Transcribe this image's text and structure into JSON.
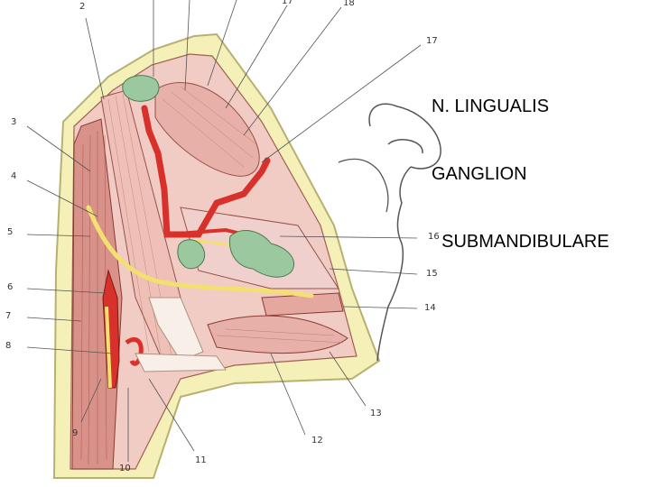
{
  "caption": {
    "line1": "N. LINGUALIS",
    "line2": "GANGLION",
    "line3": "  SUBMANDIBULARE"
  },
  "labels": {
    "l2": "2",
    "l17top": "17",
    "l18": "18",
    "l17": "17",
    "l3": "3",
    "l4": "4",
    "l5": "5",
    "l6": "6",
    "l7": "7",
    "l8": "8",
    "l9": "9",
    "l10": "10",
    "l11": "11",
    "l12": "12",
    "l13": "13",
    "l14": "14",
    "l15": "15",
    "l16": "16"
  },
  "colors": {
    "skin_outline": "#f4f0b8",
    "muscle": "#e8b8b0",
    "muscle_dark": "#c85850",
    "artery": "#d8302a",
    "nerve": "#f2e070",
    "gland": "#9cc8a0",
    "bone": "#f8f0e8"
  }
}
